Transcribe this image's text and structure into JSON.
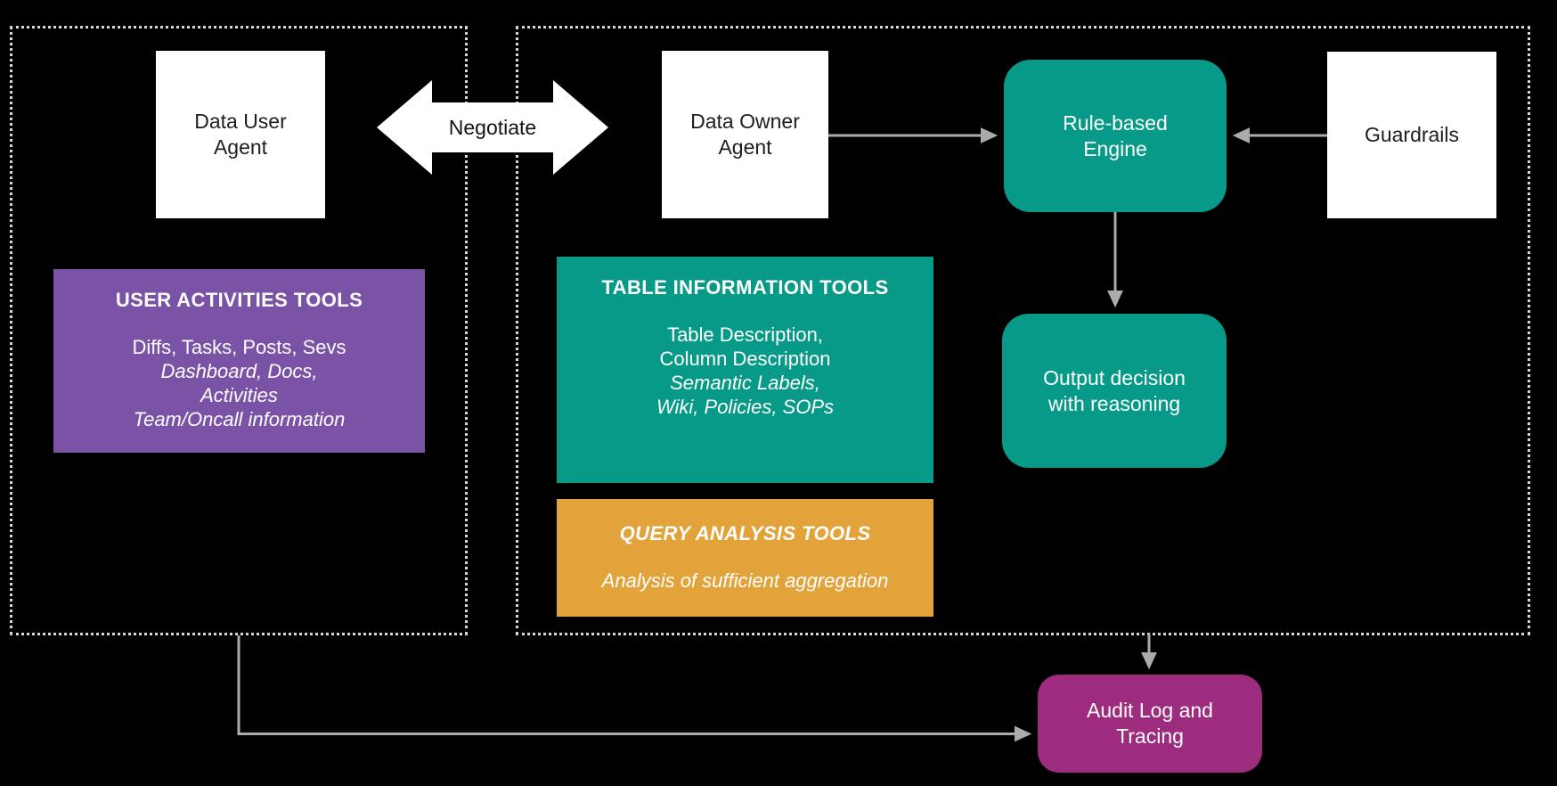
{
  "colors": {
    "background": "#000000",
    "purple_box": "#7A53A7",
    "teal_box": "#089A89",
    "orange_box": "#E2A33B",
    "magenta_box": "#9E2C7E",
    "white_box": "#FFFFFF",
    "connector_gray": "#ABABAB",
    "dotted_border": "#D8D8D8",
    "dark_text": "#1E1E1E",
    "light_text": "#FFFFFF"
  },
  "nodes": {
    "data_user_agent": {
      "lines": [
        "Data User",
        "Agent"
      ]
    },
    "data_owner_agent": {
      "lines": [
        "Data Owner",
        "Agent"
      ]
    },
    "rule_engine": {
      "lines": [
        "Rule-based",
        "Engine"
      ]
    },
    "guardrails": {
      "label": "Guardrails"
    },
    "output_decision": {
      "lines": [
        "Output decision",
        "with reasoning"
      ]
    },
    "audit_log": {
      "lines": [
        "Audit Log and",
        "Tracing"
      ]
    }
  },
  "negotiate": {
    "label": "Negotiate"
  },
  "toolboxes": {
    "user_activities": {
      "title": "USER ACTIVITIES TOOLS",
      "lines": [
        "Diffs, Tasks, Posts, Sevs",
        "Dashboard, Docs,",
        "Activities",
        "Team/Oncall information"
      ]
    },
    "table_information": {
      "title": "TABLE INFORMATION TOOLS",
      "lines": [
        "Table Description,",
        "Column Description",
        "Semantic Labels,",
        "Wiki, Policies, SOPs"
      ]
    },
    "query_analysis": {
      "title": "QUERY ANALYSIS TOOLS",
      "lines": [
        "Analysis of sufficient aggregation"
      ]
    }
  }
}
